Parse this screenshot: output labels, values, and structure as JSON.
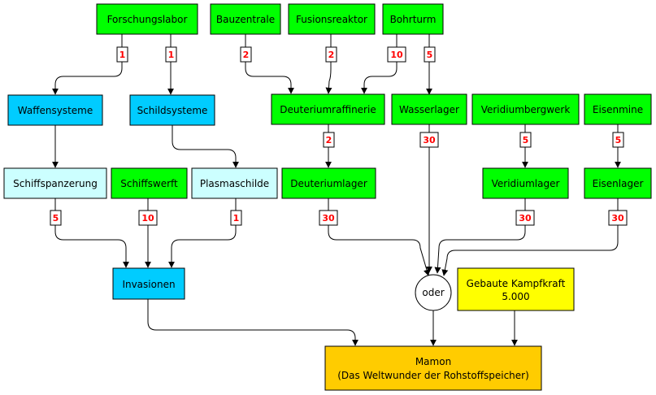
{
  "nodes": {
    "forschungslabor": {
      "label": "Forschungslabor"
    },
    "bauzentrale": {
      "label": "Bauzentrale"
    },
    "fusionsreaktor": {
      "label": "Fusionsreaktor"
    },
    "bohrturm": {
      "label": "Bohrturm"
    },
    "waffensysteme": {
      "label": "Waffensysteme"
    },
    "schildsysteme": {
      "label": "Schildsysteme"
    },
    "deuteriumraffinerie": {
      "label": "Deuteriumraffinerie"
    },
    "wasserlager": {
      "label": "Wasserlager"
    },
    "veridiumbergwerk": {
      "label": "Veridiumbergwerk"
    },
    "eisenmine": {
      "label": "Eisenmine"
    },
    "schiffspanzerung": {
      "label": "Schiffspanzerung"
    },
    "schiffswerft": {
      "label": "Schiffswerft"
    },
    "plasmaschilde": {
      "label": "Plasmaschilde"
    },
    "deuteriumlager": {
      "label": "Deuteriumlager"
    },
    "veridiumlager": {
      "label": "Veridiumlager"
    },
    "eisenlager": {
      "label": "Eisenlager"
    },
    "invasionen": {
      "label": "Invasionen"
    },
    "oder": {
      "label": "oder"
    },
    "kampfkraft": {
      "line1": "Gebaute Kampfkraft",
      "line2": "5.000"
    },
    "mamon": {
      "line1": "Mamon",
      "line2": "(Das Weltwunder der Rohstoffspeicher)"
    }
  },
  "badges": {
    "forschung_waffen": "1",
    "forschung_schild": "1",
    "bauzentrale": "2",
    "fusionsreaktor": "2",
    "bohrturm_raffinerie": "10",
    "bohrturm_wasser": "5",
    "raffinerie_lager": "2",
    "wasserlager": "30",
    "veridiumbergwerk": "5",
    "eisenmine": "5",
    "schiffspanzerung": "5",
    "schiffswerft": "10",
    "plasmaschilde": "1",
    "deuteriumlager": "30",
    "veridiumlager": "30",
    "eisenlager": "30"
  },
  "colors": {
    "green": "#00ff00",
    "blue": "#00ccff",
    "lightcyan": "#ccffff",
    "yellow": "#ffff00",
    "orange": "#ffcc00",
    "badge_text": "#ff0000"
  }
}
